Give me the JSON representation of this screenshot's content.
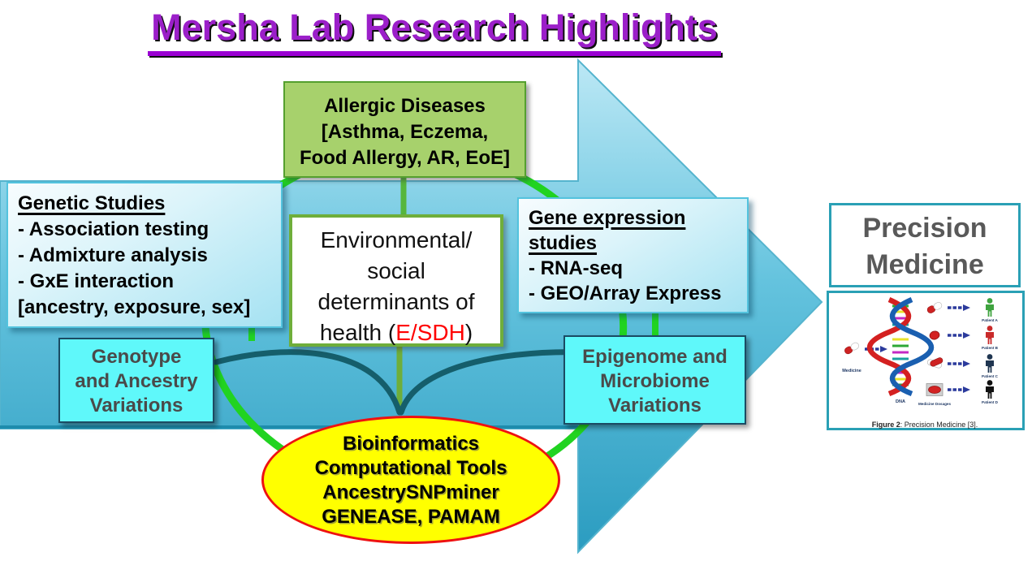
{
  "title": {
    "text": "Mersha Lab Research Highlights"
  },
  "boxes": {
    "allergic": {
      "line1": "Allergic Diseases",
      "line2": "[Asthma, Eczema,",
      "line3": "Food Allergy, AR, EoE]"
    },
    "genetic": {
      "heading": "Genetic Studies",
      "item1": "- Association testing",
      "item2": "- Admixture analysis",
      "item3": "- GxE interaction",
      "item4": "[ancestry, exposure, sex]"
    },
    "esdh": {
      "line1": "Environmental/",
      "line2": "social",
      "line3": "determinants of",
      "line4_pre": "health (",
      "line4_red": "E/SDH",
      "line4_post": ")"
    },
    "gene_expression": {
      "heading1": "Gene expression",
      "heading2": "studies",
      "item1": "- RNA-seq",
      "item2": "- GEO/Array Express"
    },
    "genotype": {
      "line1": "Genotype",
      "line2": "and Ancestry",
      "line3": "Variations"
    },
    "epigenome": {
      "line1": "Epigenome and",
      "line2": "Microbiome",
      "line3": "Variations"
    },
    "bioinformatics": {
      "line1": "Bioinformatics",
      "line2": "Computational Tools",
      "line3": "AncestrySNPminer",
      "line4": "GENEASE, PAMAM"
    },
    "precision": {
      "line1": "Precision",
      "line2": "Medicine"
    }
  },
  "figure": {
    "caption_label": "Figure 2",
    "caption_text": ": Precision Medicine [3].",
    "medicine_label": "Medicine",
    "dna_label": "DNA",
    "dosages_label": "Medicine Dosages",
    "patients": {
      "a": "Patient A",
      "b": "Patient B",
      "c": "Patient C",
      "d": "Patient D"
    }
  },
  "colors": {
    "title_purple": "#9B1FC9",
    "arrow_blue_top": "#BCE8F5",
    "arrow_blue_bottom": "#2B9CC0",
    "ellipse_green": "#21D321",
    "olive_green": "#6FAE3A",
    "teal_curve": "#155E6B",
    "allergic_fill": "#A7D16C",
    "allergic_border": "#55A02F",
    "study_border": "#53C3DE",
    "cyan_fill": "#5FF8FA",
    "cyan_border": "#1B4B63",
    "yellow_fill": "#FFFF00",
    "red_border": "#EE1111",
    "esdh_red": "#FF0000",
    "precision_border": "#2AA0B5",
    "precision_text": "#595959"
  }
}
